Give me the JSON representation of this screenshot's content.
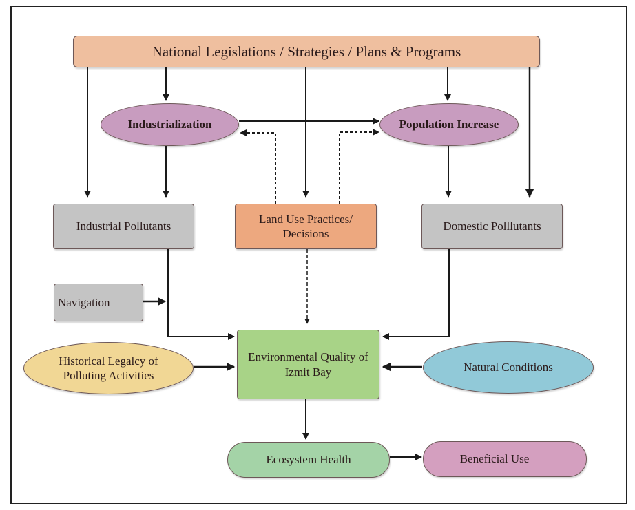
{
  "diagram": {
    "title": "Environmental quality of Izmit Bay – driving factors",
    "colors": {
      "legislation": "#efbf9f",
      "driver": "#c89cbf",
      "pollutant": "#c4c4c4",
      "landuse": "#eda87f",
      "historical": "#f1d795",
      "natural": "#91c9d8",
      "quality": "#a8d387",
      "ecosystem": "#a4d3a7",
      "beneficial": "#d49fbf",
      "line": "#1a1a1a"
    },
    "nodes": {
      "legislation": {
        "label": "National Legislations / Strategies / Plans & Programs"
      },
      "industrialization": {
        "label": "Industrialization"
      },
      "population": {
        "label": "Population Increase"
      },
      "industrial_pollutants": {
        "label": "Industrial Pollutants"
      },
      "land_use": {
        "label": "Land Use Practices/ Decisions"
      },
      "domestic_pollutants": {
        "label": "Domestic Polllutants"
      },
      "navigation": {
        "label": "Navigation"
      },
      "historical": {
        "label": "Historical Legalcy of Polluting Activities"
      },
      "env_quality": {
        "label": "Environmental Quality of Izmit Bay"
      },
      "natural": {
        "label": "Natural Conditions"
      },
      "ecosystem": {
        "label": "Ecosystem Health"
      },
      "beneficial": {
        "label": "Beneficial Use"
      }
    },
    "edges": [
      {
        "from": "legislation",
        "to": "industrialization",
        "style": "solid"
      },
      {
        "from": "legislation",
        "to": "population",
        "style": "solid"
      },
      {
        "from": "legislation",
        "to": "industrial_pollutants",
        "style": "solid"
      },
      {
        "from": "legislation",
        "to": "land_use",
        "style": "solid"
      },
      {
        "from": "legislation",
        "to": "domestic_pollutants",
        "style": "solid"
      },
      {
        "from": "industrialization",
        "to": "population",
        "style": "solid"
      },
      {
        "from": "land_use",
        "to": "industrialization",
        "style": "dashed"
      },
      {
        "from": "land_use",
        "to": "population",
        "style": "dashed"
      },
      {
        "from": "industrialization",
        "to": "industrial_pollutants",
        "style": "solid"
      },
      {
        "from": "population",
        "to": "domestic_pollutants",
        "style": "solid"
      },
      {
        "from": "industrial_pollutants",
        "to": "env_quality",
        "style": "solid"
      },
      {
        "from": "navigation",
        "to": "env_quality",
        "style": "solid"
      },
      {
        "from": "land_use",
        "to": "env_quality",
        "style": "dashed"
      },
      {
        "from": "domestic_pollutants",
        "to": "env_quality",
        "style": "solid"
      },
      {
        "from": "historical",
        "to": "env_quality",
        "style": "solid"
      },
      {
        "from": "natural",
        "to": "env_quality",
        "style": "solid"
      },
      {
        "from": "env_quality",
        "to": "ecosystem",
        "style": "solid"
      },
      {
        "from": "ecosystem",
        "to": "beneficial",
        "style": "solid"
      }
    ]
  }
}
